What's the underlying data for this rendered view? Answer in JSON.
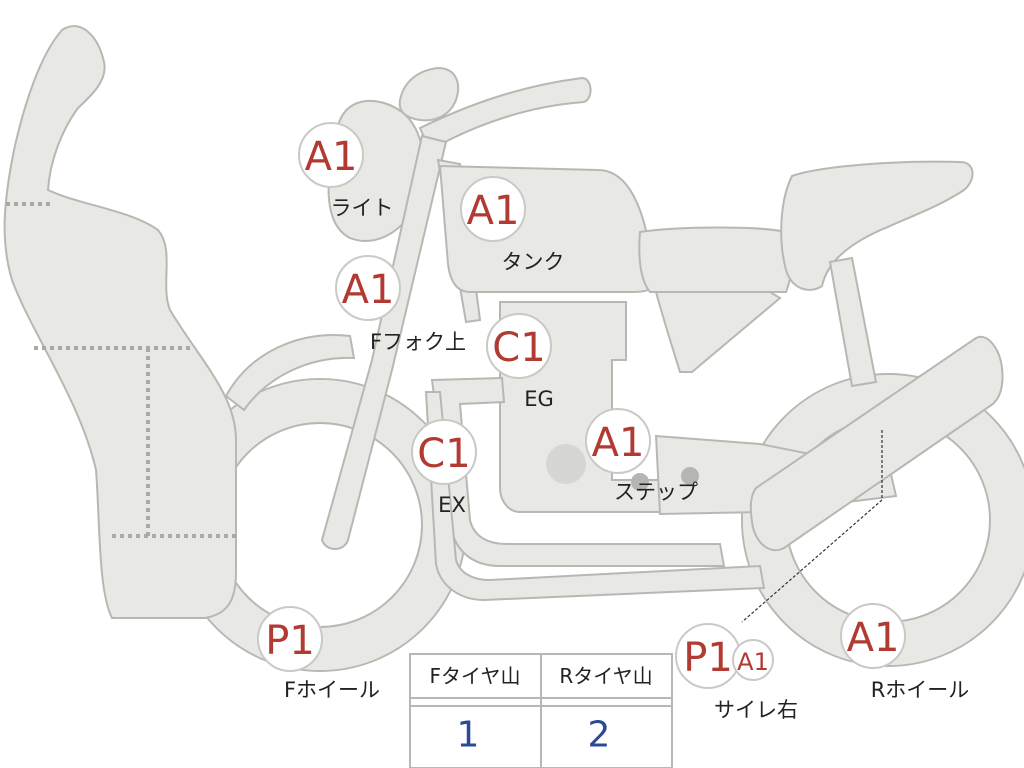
{
  "diagram": {
    "grades": {
      "light": "A1",
      "tank": "A1",
      "fork_upper": "A1",
      "engine": "C1",
      "exhaust": "C1",
      "step": "A1",
      "front_wheel": "P1",
      "rear_wheel": "A1",
      "muffler_right_main": "P1",
      "muffler_right_sub": "A1"
    },
    "labels": {
      "light": "ライト",
      "tank": "タンク",
      "fork_upper": "Fフォク上",
      "engine": "EG",
      "exhaust": "EX",
      "step": "ステップ",
      "front_wheel": "Fホイール",
      "rear_wheel": "Rホイール",
      "muffler_right": "サイレ右"
    }
  },
  "tire_table": {
    "front_header": "Fタイヤ山",
    "rear_header": "Rタイヤ山",
    "front_value": "1",
    "rear_value": "2"
  }
}
